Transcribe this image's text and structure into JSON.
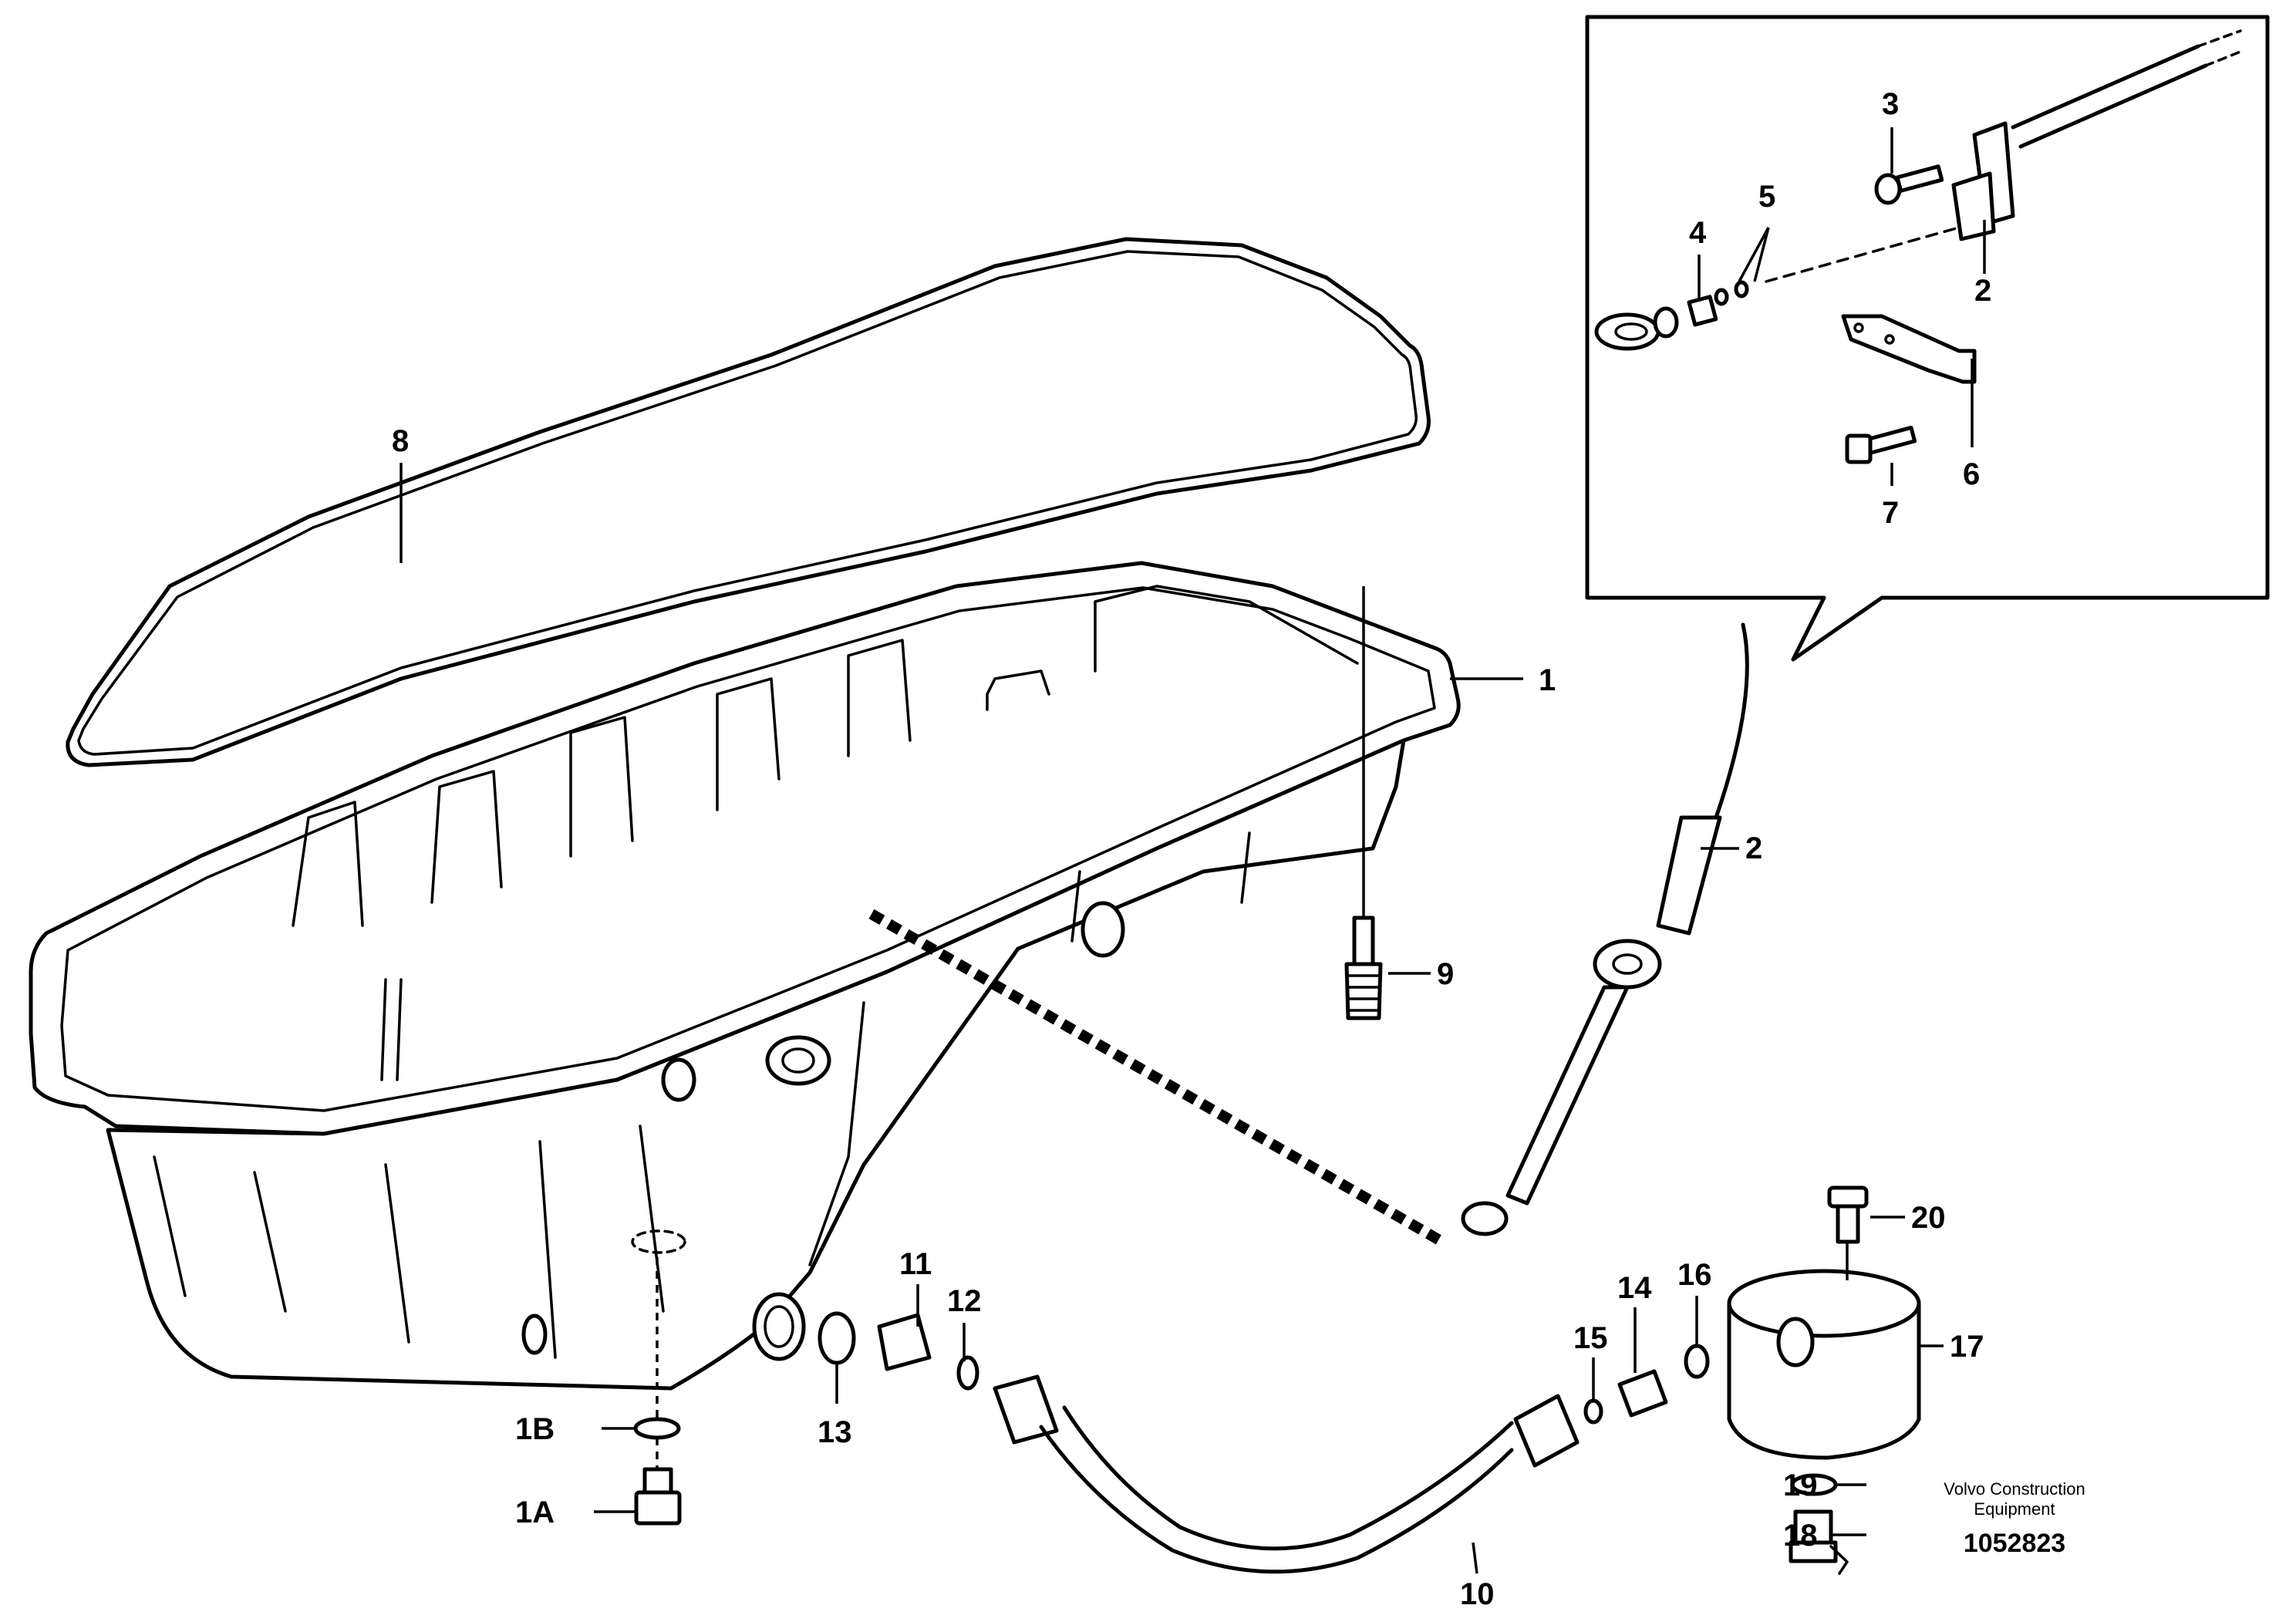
{
  "labels": {
    "pan": "1",
    "plug_washer": "1B",
    "drain_plug": "1A",
    "dipstick_tube": "2",
    "dipstick_tube_inset": "2",
    "screw_3": "3",
    "dipstick": "4",
    "o_rings": "5",
    "bracket": "6",
    "screw_7": "7",
    "gasket": "8",
    "stud": "9",
    "hose": "10",
    "nipple_11": "11",
    "o_ring_12": "12",
    "seal_13": "13",
    "nipple_14": "14",
    "o_ring_15": "15",
    "o_ring_16": "16",
    "housing": "17",
    "sensor": "18",
    "washer_19": "19",
    "screw_20": "20"
  },
  "credit": {
    "line1": "Volvo Construction",
    "line2": "Equipment",
    "doc_number": "1052823"
  },
  "colors": {
    "ink": "#000000",
    "paper": "#ffffff"
  }
}
